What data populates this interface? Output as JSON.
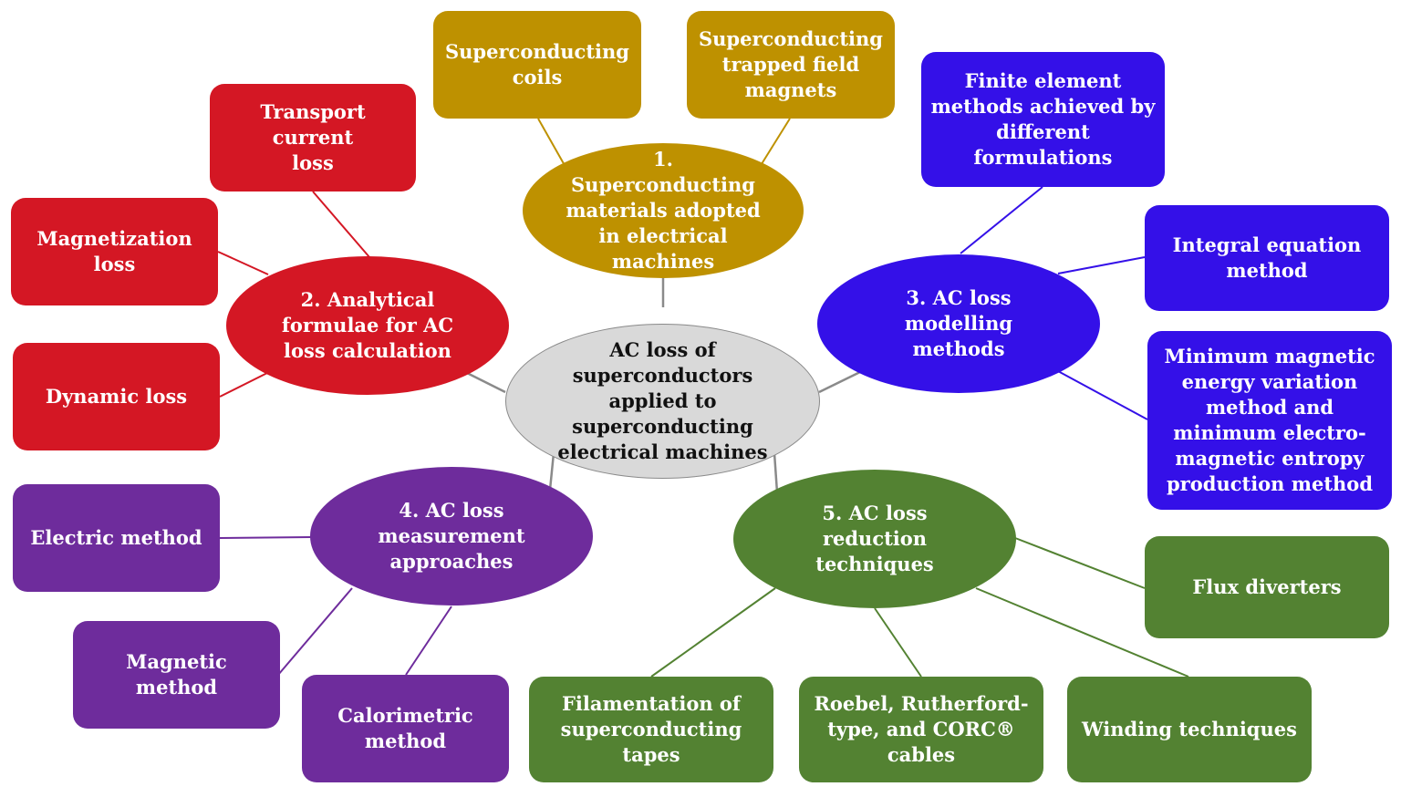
{
  "colors": {
    "gold": "#BE9100",
    "red": "#D41724",
    "blue": "#3410E8",
    "purple": "#6E2C9C",
    "green": "#538232",
    "center_fill": "#D9D9D9",
    "center_line": "#8A8A8A"
  },
  "center": {
    "text": "AC loss of\nsuperconductors\napplied to\nsuperconducting\nelectrical machines"
  },
  "branches": [
    {
      "id": "materials",
      "color": "gold",
      "label": "1.\nSuperconducting\nmaterials adopted\nin electrical\nmachines",
      "items": [
        {
          "text": "Superconducting\ncoils"
        },
        {
          "text": "Superconducting\ntrapped field\nmagnets"
        }
      ]
    },
    {
      "id": "analytical",
      "color": "red",
      "label": "2. Analytical\nformulae for AC\nloss calculation",
      "items": [
        {
          "text": "Transport current\nloss"
        },
        {
          "text": "Magnetization\nloss"
        },
        {
          "text": "Dynamic loss"
        }
      ]
    },
    {
      "id": "modelling",
      "color": "blue",
      "label": "3. AC loss\nmodelling\nmethods",
      "items": [
        {
          "text": "Finite element\nmethods achieved by\ndifferent\nformulations"
        },
        {
          "text": "Integral equation\nmethod"
        },
        {
          "text": "Minimum magnetic\nenergy variation\nmethod and\nminimum electro-\nmagnetic entropy\nproduction method"
        }
      ]
    },
    {
      "id": "measurement",
      "color": "purple",
      "label": "4. AC loss\nmeasurement\napproaches",
      "items": [
        {
          "text": "Electric method"
        },
        {
          "text": "Magnetic method"
        },
        {
          "text": "Calorimetric\nmethod"
        }
      ]
    },
    {
      "id": "reduction",
      "color": "green",
      "label": "5. AC loss\nreduction\ntechniques",
      "items": [
        {
          "text": "Flux diverters"
        },
        {
          "text": "Filamentation of\nsuperconducting\ntapes"
        },
        {
          "text": "Roebel, Rutherford-\ntype, and CORC®\ncables"
        },
        {
          "text": "Winding techniques"
        }
      ]
    }
  ]
}
